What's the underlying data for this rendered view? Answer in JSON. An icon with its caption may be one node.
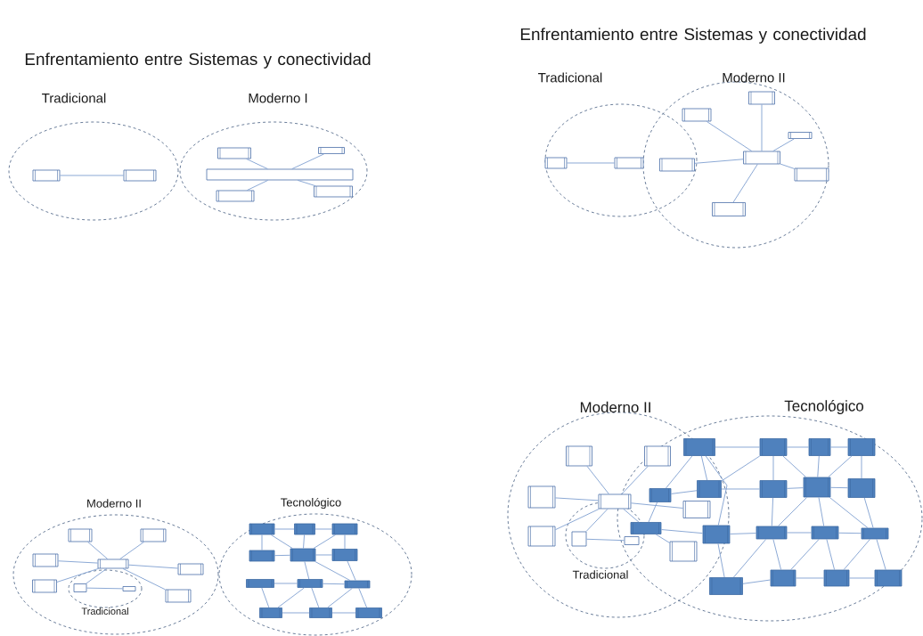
{
  "diagram": {
    "nodes": [
      {
        "text": [
          "Tradicional"
        ]
      },
      {
        "text": [
          "Moderno I"
        ]
      },
      {
        "text": [],
        "shape": "box",
        "in": 0
      },
      {
        "text": [],
        "shape": "box",
        "in": 0
      },
      {
        "text": [],
        "shape": "bar",
        "in": 1
      },
      {
        "text": [],
        "shape": "box",
        "in": 1
      },
      {
        "text": [],
        "shape": "box",
        "in": 1
      },
      {
        "text": [],
        "shape": "box",
        "in": 1
      },
      {
        "text": [],
        "shape": "box",
        "in": 1
      },
      {
        "text": [
          "Tradicional"
        ]
      },
      {
        "text": [
          "Moderno II"
        ]
      },
      {
        "text": [],
        "shape": "box",
        "in": 9
      },
      {
        "text": [],
        "shape": "box",
        "in": 9
      },
      {
        "text": [],
        "shape": "box"
      },
      {
        "text": [],
        "shape": "box",
        "in": 10
      },
      {
        "text": [],
        "shape": "box",
        "in": 10
      },
      {
        "text": [],
        "shape": "box",
        "in": 10
      },
      {
        "text": [],
        "shape": "box",
        "in": 10
      },
      {
        "text": [],
        "shape": "box",
        "in": 10
      },
      {
        "text": [],
        "shape": "box",
        "in": 10
      },
      {
        "text": [
          "Moderno II"
        ]
      },
      {
        "text": [
          "Tradicional"
        ],
        "in": 20
      },
      {
        "text": [
          "Tecnológico"
        ]
      },
      {
        "text": [],
        "shape": "box",
        "in": 20
      },
      {
        "text": [],
        "shape": "box",
        "in": 20
      },
      {
        "text": [],
        "shape": "box",
        "in": 20
      },
      {
        "text": [],
        "shape": "box",
        "in": 20
      },
      {
        "text": [],
        "shape": "box",
        "in": 20
      },
      {
        "text": [],
        "shape": "box",
        "in": 20
      },
      {
        "text": [],
        "shape": "box",
        "in": 20
      },
      {
        "text": [],
        "shape": "box",
        "in": 21
      },
      {
        "text": [],
        "shape": "box",
        "in": 21
      },
      {
        "text": [],
        "shape": "block",
        "in": 22
      },
      {
        "text": [],
        "shape": "block",
        "in": 22
      },
      {
        "text": [],
        "shape": "block",
        "in": 22
      },
      {
        "text": [],
        "shape": "block",
        "in": 22
      },
      {
        "text": [],
        "shape": "block",
        "in": 22
      },
      {
        "text": [],
        "shape": "block",
        "in": 22
      },
      {
        "text": [],
        "shape": "block",
        "in": 22
      },
      {
        "text": [],
        "shape": "block",
        "in": 22
      },
      {
        "text": [],
        "shape": "block",
        "in": 22
      },
      {
        "text": [],
        "shape": "block",
        "in": 22
      },
      {
        "text": [],
        "shape": "block",
        "in": 22
      },
      {
        "text": [],
        "shape": "block",
        "in": 22
      },
      {
        "text": [
          "Moderno II"
        ]
      },
      {
        "text": [
          "Tradicional"
        ],
        "in": 44
      },
      {
        "text": [
          "Tecnológico"
        ]
      },
      {
        "text": [],
        "shape": "box",
        "in": 44
      },
      {
        "text": [],
        "shape": "box"
      },
      {
        "text": [],
        "shape": "box",
        "in": 44
      },
      {
        "text": [],
        "shape": "box",
        "in": 44
      },
      {
        "text": [],
        "shape": "box",
        "in": 44
      },
      {
        "text": [],
        "shape": "box",
        "in": 45
      },
      {
        "text": [],
        "shape": "box"
      },
      {
        "text": [],
        "shape": "box"
      },
      {
        "text": [],
        "shape": "box"
      },
      {
        "text": [],
        "shape": "block"
      },
      {
        "text": [],
        "shape": "block"
      },
      {
        "text": [],
        "shape": "block"
      },
      {
        "text": [],
        "shape": "block"
      },
      {
        "text": [],
        "shape": "block"
      },
      {
        "text": [],
        "shape": "block",
        "in": 46
      },
      {
        "text": [],
        "shape": "block",
        "in": 46
      },
      {
        "text": [],
        "shape": "block",
        "in": 46
      },
      {
        "text": [],
        "shape": "block",
        "in": 46
      },
      {
        "text": [],
        "shape": "block",
        "in": 46
      },
      {
        "text": [],
        "shape": "block",
        "in": 46
      },
      {
        "text": [],
        "shape": "block",
        "in": 46
      },
      {
        "text": [],
        "shape": "block",
        "in": 46
      },
      {
        "text": [],
        "shape": "block",
        "in": 46
      },
      {
        "text": [],
        "shape": "block",
        "in": 46
      },
      {
        "text": [],
        "shape": "block",
        "in": 46
      },
      {
        "text": [],
        "shape": "block",
        "in": 46
      },
      {
        "text": [],
        "shape": "block",
        "in": 46
      }
    ],
    "edges": [
      {
        "from": 2,
        "to": 3,
        "arrow": "none"
      },
      {
        "from": 5,
        "to": 4,
        "arrow": "none"
      },
      {
        "from": 6,
        "to": 4,
        "arrow": "none"
      },
      {
        "from": 7,
        "to": 4,
        "arrow": "none"
      },
      {
        "from": 8,
        "to": 4,
        "arrow": "none"
      },
      {
        "from": 11,
        "to": 12,
        "arrow": "none"
      },
      {
        "from": 13,
        "to": 14,
        "arrow": "none"
      },
      {
        "from": 15,
        "to": 14,
        "arrow": "none"
      },
      {
        "from": 16,
        "to": 14,
        "arrow": "none"
      },
      {
        "from": 17,
        "to": 14,
        "arrow": "none"
      },
      {
        "from": 18,
        "to": 14,
        "arrow": "none"
      },
      {
        "from": 19,
        "to": 14,
        "arrow": "none"
      },
      {
        "from": 24,
        "to": 23,
        "arrow": "none"
      },
      {
        "from": 25,
        "to": 23,
        "arrow": "none"
      },
      {
        "from": 26,
        "to": 23,
        "arrow": "none"
      },
      {
        "from": 27,
        "to": 23,
        "arrow": "none"
      },
      {
        "from": 28,
        "to": 23,
        "arrow": "none"
      },
      {
        "from": 29,
        "to": 23,
        "arrow": "none"
      },
      {
        "from": 30,
        "to": 23,
        "arrow": "none"
      },
      {
        "from": 30,
        "to": 31,
        "arrow": "none"
      },
      {
        "from": 32,
        "to": 33,
        "arrow": "none"
      },
      {
        "from": 33,
        "to": 34,
        "arrow": "none"
      },
      {
        "from": 32,
        "to": 35,
        "arrow": "none"
      },
      {
        "from": 32,
        "to": 36,
        "arrow": "none"
      },
      {
        "from": 33,
        "to": 36,
        "arrow": "none"
      },
      {
        "from": 34,
        "to": 36,
        "arrow": "none"
      },
      {
        "from": 34,
        "to": 37,
        "arrow": "none"
      },
      {
        "from": 35,
        "to": 36,
        "arrow": "none"
      },
      {
        "from": 36,
        "to": 37,
        "arrow": "none"
      },
      {
        "from": 36,
        "to": 39,
        "arrow": "none"
      },
      {
        "from": 36,
        "to": 40,
        "arrow": "none"
      },
      {
        "from": 37,
        "to": 40,
        "arrow": "none"
      },
      {
        "from": 38,
        "to": 39,
        "arrow": "none"
      },
      {
        "from": 39,
        "to": 40,
        "arrow": "none"
      },
      {
        "from": 38,
        "to": 41,
        "arrow": "none"
      },
      {
        "from": 39,
        "to": 41,
        "arrow": "none"
      },
      {
        "from": 39,
        "to": 42,
        "arrow": "none"
      },
      {
        "from": 40,
        "to": 42,
        "arrow": "none"
      },
      {
        "from": 40,
        "to": 43,
        "arrow": "none"
      },
      {
        "from": 41,
        "to": 42,
        "arrow": "none"
      },
      {
        "from": 42,
        "to": 43,
        "arrow": "none"
      },
      {
        "from": 47,
        "to": 50,
        "arrow": "none"
      },
      {
        "from": 48,
        "to": 50,
        "arrow": "none"
      },
      {
        "from": 49,
        "to": 50,
        "arrow": "none"
      },
      {
        "from": 51,
        "to": 50,
        "arrow": "none"
      },
      {
        "from": 52,
        "to": 50,
        "arrow": "none"
      },
      {
        "from": 52,
        "to": 53,
        "arrow": "none"
      },
      {
        "from": 50,
        "to": 54,
        "arrow": "none"
      },
      {
        "from": 50,
        "to": 59,
        "arrow": "none"
      },
      {
        "from": 57,
        "to": 56,
        "arrow": "none"
      },
      {
        "from": 57,
        "to": 58,
        "arrow": "none"
      },
      {
        "from": 57,
        "to": 59,
        "arrow": "none"
      },
      {
        "from": 56,
        "to": 58,
        "arrow": "none"
      },
      {
        "from": 56,
        "to": 60,
        "arrow": "none"
      },
      {
        "from": 56,
        "to": 62,
        "arrow": "none"
      },
      {
        "from": 58,
        "to": 62,
        "arrow": "none"
      },
      {
        "from": 58,
        "to": 65,
        "arrow": "none"
      },
      {
        "from": 59,
        "to": 60,
        "arrow": "none"
      },
      {
        "from": 59,
        "to": 55,
        "arrow": "none"
      },
      {
        "from": 60,
        "to": 68,
        "arrow": "none"
      },
      {
        "from": 60,
        "to": 61,
        "arrow": "none"
      },
      {
        "from": 61,
        "to": 71,
        "arrow": "none"
      },
      {
        "from": 61,
        "to": 68,
        "arrow": "none"
      },
      {
        "from": 62,
        "to": 63,
        "arrow": "none"
      },
      {
        "from": 63,
        "to": 64,
        "arrow": "none"
      },
      {
        "from": 62,
        "to": 65,
        "arrow": "none"
      },
      {
        "from": 62,
        "to": 66,
        "arrow": "none"
      },
      {
        "from": 63,
        "to": 66,
        "arrow": "none"
      },
      {
        "from": 64,
        "to": 66,
        "arrow": "none"
      },
      {
        "from": 64,
        "to": 67,
        "arrow": "none"
      },
      {
        "from": 65,
        "to": 66,
        "arrow": "none"
      },
      {
        "from": 66,
        "to": 67,
        "arrow": "none"
      },
      {
        "from": 65,
        "to": 68,
        "arrow": "none"
      },
      {
        "from": 66,
        "to": 68,
        "arrow": "none"
      },
      {
        "from": 66,
        "to": 69,
        "arrow": "none"
      },
      {
        "from": 66,
        "to": 70,
        "arrow": "none"
      },
      {
        "from": 67,
        "to": 70,
        "arrow": "none"
      },
      {
        "from": 68,
        "to": 69,
        "arrow": "none"
      },
      {
        "from": 69,
        "to": 70,
        "arrow": "none"
      },
      {
        "from": 68,
        "to": 71,
        "arrow": "none"
      },
      {
        "from": 69,
        "to": 71,
        "arrow": "none"
      },
      {
        "from": 69,
        "to": 72,
        "arrow": "none"
      },
      {
        "from": 70,
        "to": 72,
        "arrow": "none"
      },
      {
        "from": 70,
        "to": 73,
        "arrow": "none"
      },
      {
        "from": 71,
        "to": 72,
        "arrow": "none"
      },
      {
        "from": 72,
        "to": 73,
        "arrow": "none"
      }
    ],
    "labels": [
      "Enfrentamiento entre Sistemas y conectividad",
      "Enfrentamiento entre Sistemas y conectividad"
    ]
  }
}
